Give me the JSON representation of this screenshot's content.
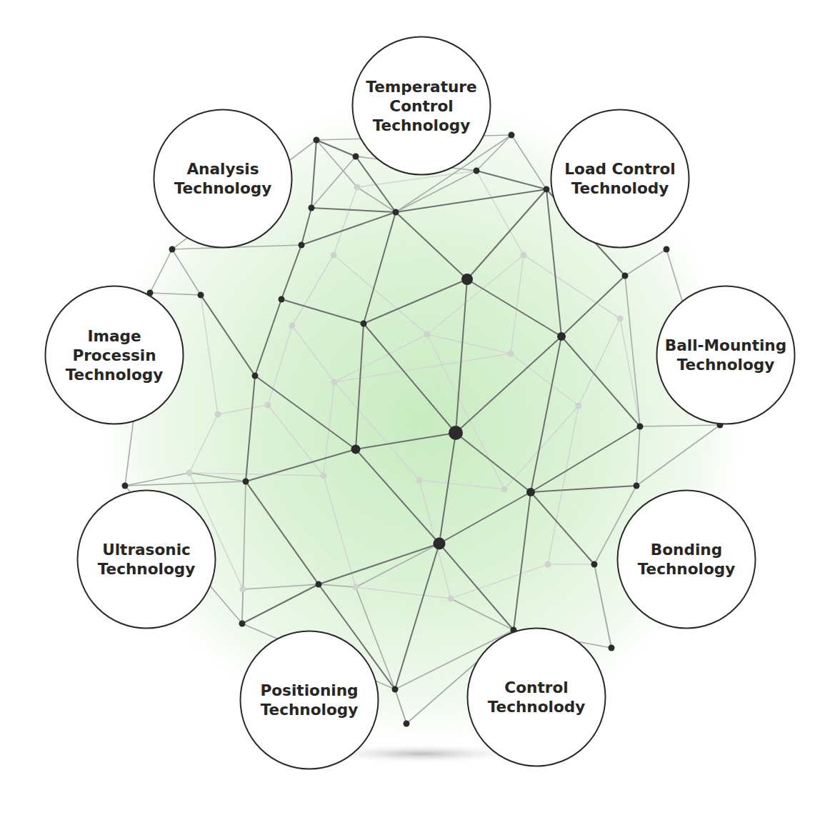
{
  "diagram": {
    "nodes": [
      {
        "text": [
          "Temperature Control Technology"
        ]
      },
      {
        "text": [
          "Load Control Technolody"
        ]
      },
      {
        "text": [
          "Ball-Mounting Technology"
        ]
      },
      {
        "text": [
          "Bonding Technology"
        ]
      },
      {
        "text": [
          "Control Technolody"
        ]
      },
      {
        "text": [
          "Positioning Technology"
        ]
      },
      {
        "text": [
          "Ultrasonic Technology"
        ]
      },
      {
        "text": [
          "Image Processin Technology"
        ]
      },
      {
        "text": [
          "Analysis Technology"
        ]
      }
    ]
  }
}
